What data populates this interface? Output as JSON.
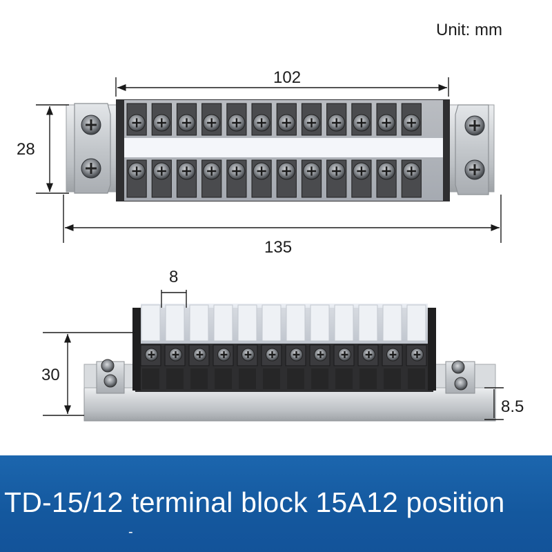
{
  "unit_label": "Unit: mm",
  "dimensions": {
    "top_length": "102",
    "top_height": "28",
    "overall_length": "135",
    "pitch": "8",
    "side_height": "30",
    "rail_height": "8.5"
  },
  "terminal_count": 12,
  "banner": {
    "title": "TD-15/12 terminal block 15A12 position",
    "title_tail": "-"
  },
  "colors": {
    "banner_blue": "#13569c",
    "block_dark": "#3a3a3a",
    "label_strip": "#f4f6fa",
    "rail_silver": "#c8ccd0"
  }
}
